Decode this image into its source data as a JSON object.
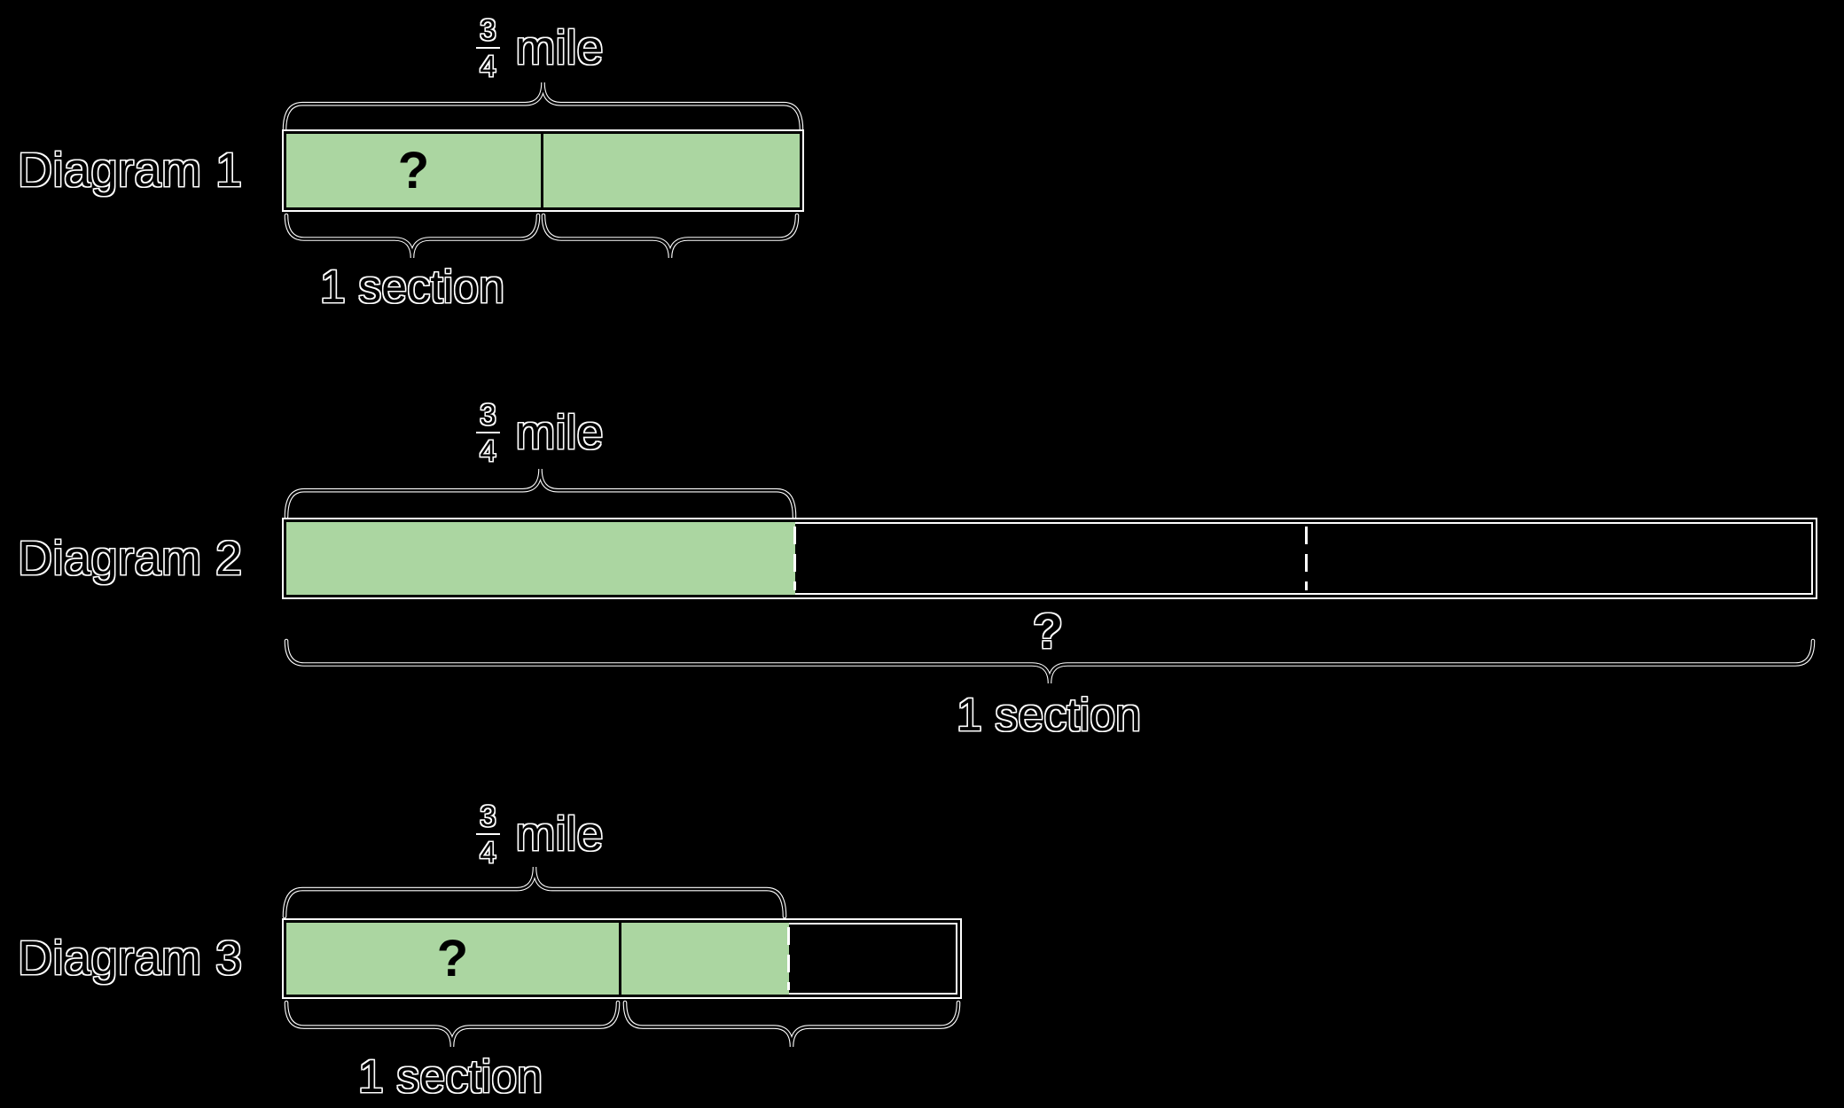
{
  "colors": {
    "background": "#000000",
    "tape_fill": "#abd6a1",
    "line": "#000000",
    "outline": "#ffffff"
  },
  "diagrams": [
    {
      "label": "Diagram 1",
      "distance": {
        "numerator": "3",
        "denominator": "4",
        "unit": "mile"
      },
      "cell_question": "?",
      "section_label": "1 section"
    },
    {
      "label": "Diagram 2",
      "distance": {
        "numerator": "3",
        "denominator": "4",
        "unit": "mile"
      },
      "total_question": "?",
      "section_label": "1 section"
    },
    {
      "label": "Diagram 3",
      "distance": {
        "numerator": "3",
        "denominator": "4",
        "unit": "mile"
      },
      "cell_question": "?",
      "section_label": "1 section"
    }
  ]
}
